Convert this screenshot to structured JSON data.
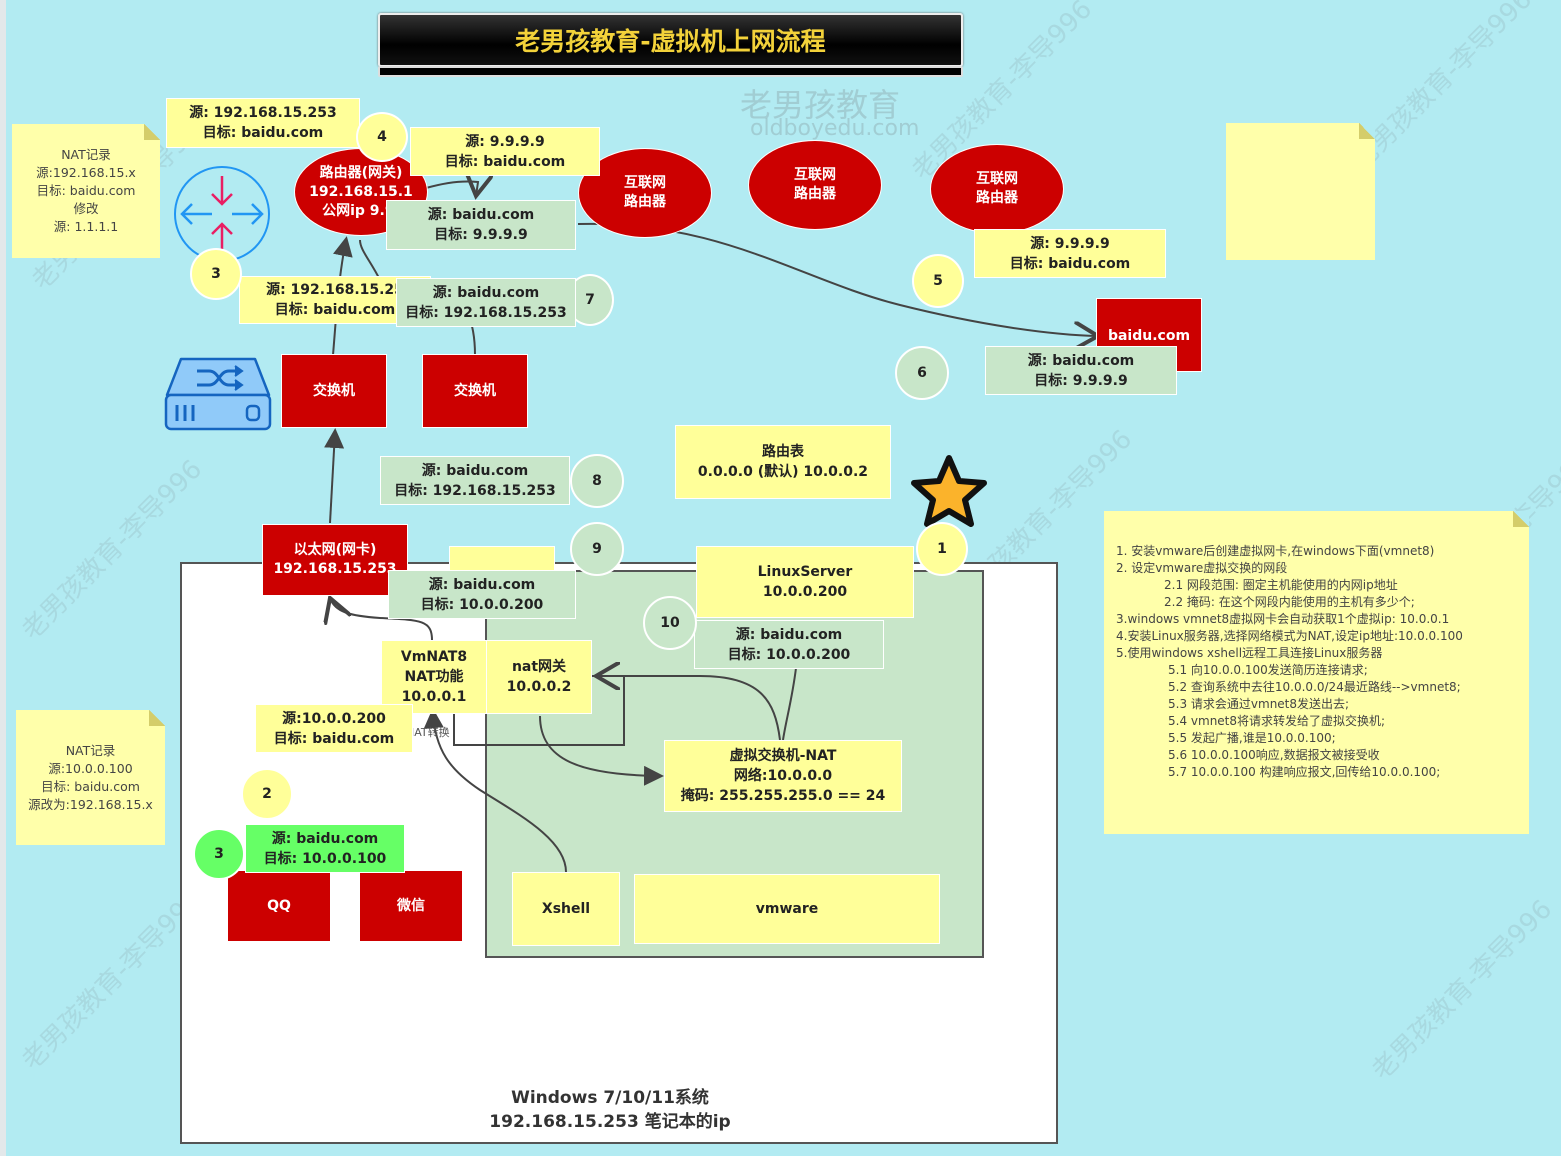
{
  "title": "老男孩教育-虚拟机上网流程",
  "watermark": {
    "logo_text": "老男孩教育",
    "url": "oldboyedu.com",
    "diagonal_text": "老男孩教育-李导996"
  },
  "notes": {
    "nat_record_top": [
      "NAT记录",
      "源:192.168.15.x",
      "目标: baidu.com",
      "修改",
      "源: 1.1.1.1"
    ],
    "nat_record_bottom": [
      "NAT记录",
      "源:10.0.0.100",
      "目标: baidu.com",
      "源改为:192.168.15.x"
    ],
    "steps": [
      "1. 安装vmware后创建虚拟网卡,在windows下面(vmnet8)",
      "2. 设定vmware虚拟交换的网段",
      "2.1 网段范围: 圈定主机能使用的内网ip地址",
      "2.2 掩码: 在这个网段内能使用的主机有多少个;",
      "3.windows vmnet8虚拟网卡会自动获取1个虚拟ip: 10.0.0.1",
      "4.安装Linux服务器,选择网络模式为NAT,设定ip地址:10.0.0.100",
      "5.使用windows xshell远程工具连接Linux服务器",
      "5.1 向10.0.0.100发送简历连接请求;",
      "5.2 查询系统中去往10.0.0.0/24最近路线-->vmnet8;",
      "5.3 请求会通过vmnet8发送出去;",
      "5.4 vmnet8将请求转发给了虚拟交换机;",
      "5.5 发起广播,谁是10.0.0.100;",
      "5.6 10.0.0.100响应,数据报文被接受收",
      "5.7 10.0.0.100 构建响应报文,回传给10.0.0.100;"
    ]
  },
  "devices": {
    "router_gateway": [
      "路由器(网关)",
      "192.168.15.1",
      "公网ip 9.9."
    ],
    "internet_router": [
      "互联网",
      "路由器"
    ],
    "baidu": "baidu.com",
    "switch": "交换机",
    "ethernet": [
      "以太网(网卡)",
      "192.168.15.253"
    ],
    "vmnat8": [
      "VmNAT8",
      "NAT功能",
      "10.0.0.1"
    ],
    "nat_gateway": [
      "nat网关",
      "10.0.0.2"
    ],
    "virtual_switch": [
      "虚拟交换机-NAT",
      "网络:10.0.0.0",
      "掩码: 255.255.255.0   == 24"
    ],
    "linux_server": [
      "LinuxServer",
      "10.0.0.200"
    ],
    "route_table": [
      "路由表",
      "0.0.0.0 (默认)    10.0.0.2"
    ],
    "qq": "QQ",
    "wechat": "微信",
    "xshell": "Xshell",
    "vmware": "vmware",
    "nat_convert_label": "NAT转换",
    "windows_label": [
      "Windows 7/10/11系统",
      "192.168.15.253 笔记本的ip"
    ]
  },
  "packets": {
    "p_top_left": [
      "源:  192.168.15.253",
      "目标: baidu.com"
    ],
    "p_4": [
      "源:  9.9.9.9",
      "目标: baidu.com"
    ],
    "p_return_router": [
      "源:  baidu.com",
      "目标: 9.9.9.9"
    ],
    "p_3_up": [
      "源:  192.168.15.25",
      "目标: baidu.com"
    ],
    "p_return_switch": [
      "源:  baidu.com",
      "目标: 192.168.15.253"
    ],
    "p_5": [
      "源:  9.9.9.9",
      "目标: baidu.com"
    ],
    "p_6": [
      "源:  baidu.com",
      "目标: 9.9.9.9"
    ],
    "p_8": [
      "源:  baidu.com",
      "目标: 192.168.15.253"
    ],
    "p_9": [
      "源:  baidu.com",
      "目标: 10.0.0.200"
    ],
    "p_10": [
      "源:  baidu.com",
      "目标: 10.0.0.200"
    ],
    "p_2": [
      "源:10.0.0.200",
      "目标: baidu.com"
    ],
    "p_3_green": [
      "源: baidu.com",
      "目标:  10.0.0.100"
    ]
  },
  "steps_markers": [
    "1",
    "2",
    "3",
    "3",
    "4",
    "5",
    "6",
    "7",
    "8",
    "9",
    "10"
  ],
  "icons": {
    "router_icon": "router-arrows-icon",
    "switch_icon": "switch-shuffle-icon",
    "star": "star-icon"
  },
  "colors": {
    "background": "#b2ebf2",
    "device_red": "#cc0000",
    "packet_yellow": "#ffff99",
    "packet_green": "#c8e6c9",
    "highlight_green": "#66ff66",
    "title_text": "#f3d23a"
  }
}
